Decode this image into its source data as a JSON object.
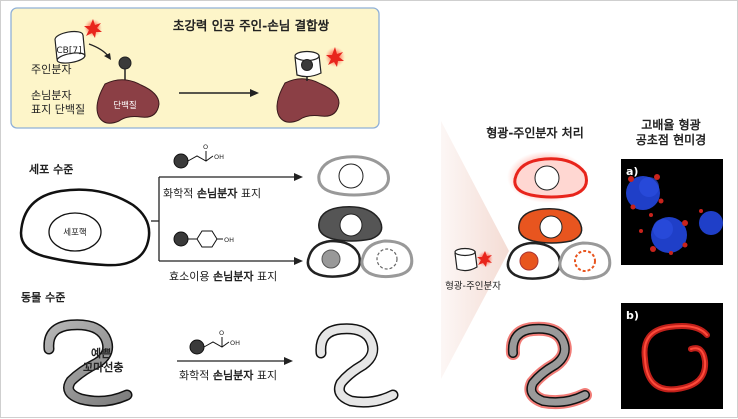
{
  "header_box": {
    "title": "초강력 인공 주인-손님 결합쌍",
    "host_label": "주인분자",
    "cb_label": "CB[7]",
    "guest_label_line1": "손님분자",
    "guest_label_line2": "표지 단백질",
    "protein_label": "단백질"
  },
  "cell_level": {
    "title": "세포 수준",
    "nucleus_label": "세포핵",
    "chem_label_prefix": "화학적 ",
    "chem_label_bold": "손님분자",
    "chem_label_suffix": " 표지",
    "chem_oh": "OH",
    "chem_o": "O",
    "enzyme_label_prefix": "효소이용 ",
    "enzyme_label_bold": "손님분자",
    "enzyme_label_suffix": " 표지",
    "enzyme_oh": "OH"
  },
  "animal_level": {
    "title": "동물 수준",
    "worm_line1": "예쁜",
    "worm_line2": "꼬마선충",
    "chem_label_prefix": "화학적 ",
    "chem_label_bold": "손님분자",
    "chem_label_suffix": " 표지",
    "chem_oh": "OH",
    "chem_o": "O"
  },
  "treatment": {
    "title": "형광-주인분자 처리",
    "host_label": "형광-주인분자"
  },
  "microscopy": {
    "title_line1": "고배율 형광",
    "title_line2": "공초점 현미경",
    "panel_a": "a)",
    "panel_b": "b)"
  },
  "colors": {
    "box_fill": "#fdf5c9",
    "box_stroke": "#8fb0d8",
    "protein": "#8b3f45",
    "red_glow": "#e8251c",
    "orange": "#e8551f",
    "blue_nucleus": "#1f3fc8"
  }
}
